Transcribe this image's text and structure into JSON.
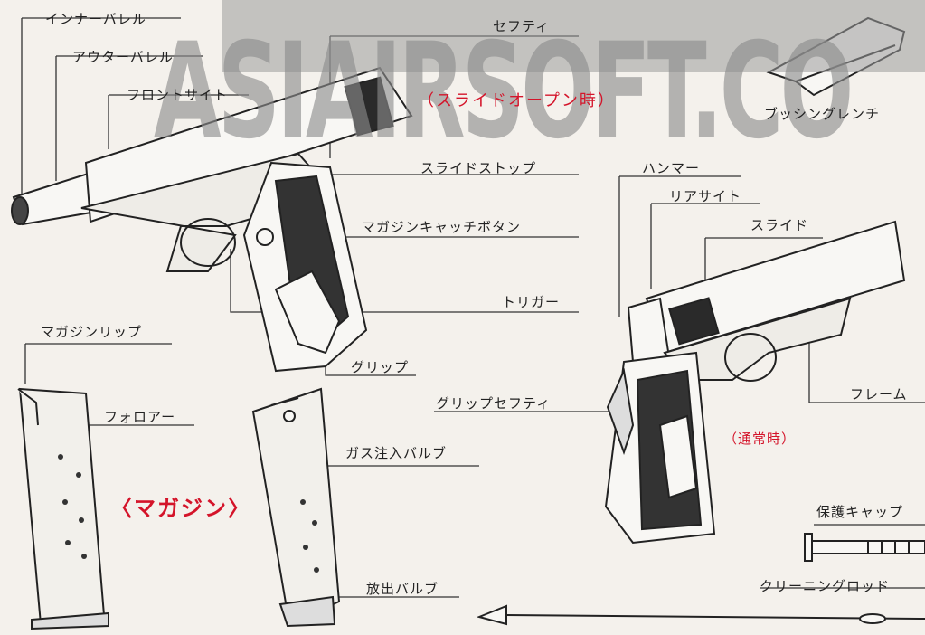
{
  "watermark": "ASIAIRSOFT.CO",
  "captions": {
    "slide_open": "（スライドオープン時）",
    "normal": "（通常時）",
    "magazine": "〈マガジン〉"
  },
  "labels": {
    "inner_barrel": "インナーバレル",
    "outer_barrel": "アウターバレル",
    "front_sight": "フロントサイト",
    "safety": "セフティ",
    "bushing_wrench": "ブッシングレンチ",
    "slide_stop": "スライドストップ",
    "hammer": "ハンマー",
    "rear_sight": "リアサイト",
    "slide": "スライド",
    "magazine_catch": "マガジンキャッチボタン",
    "trigger": "トリガー",
    "magazine_lip": "マガジンリップ",
    "grip": "グリップ",
    "follower": "フォロアー",
    "grip_safety": "グリップセフティ",
    "frame": "フレーム",
    "gas_inlet_valve": "ガス注入バルブ",
    "protect_cap": "保護キャップ",
    "release_valve": "放出バルブ",
    "cleaning_rod": "クリーニングロッド"
  }
}
